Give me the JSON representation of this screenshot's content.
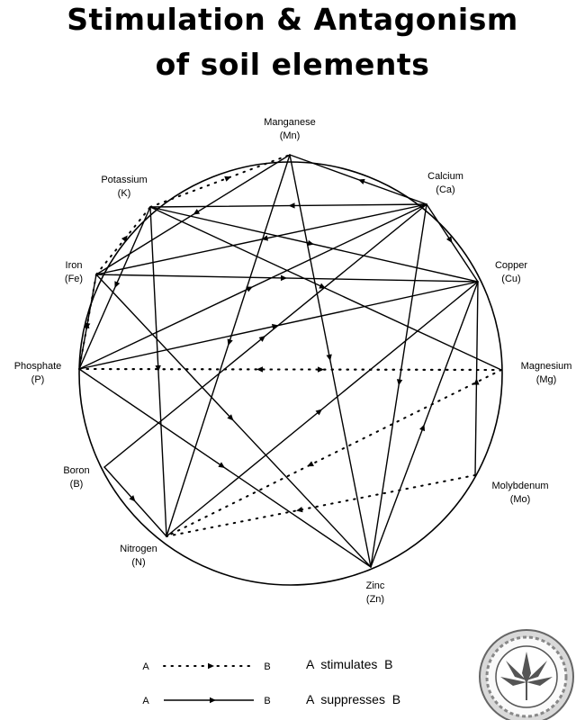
{
  "title_line1": "Stimulation & Antagonism",
  "title_line2": "of soil elements",
  "nodes": [
    {
      "id": "Mn",
      "name": "Manganese",
      "symbol": "(Mn)"
    },
    {
      "id": "Ca",
      "name": "Calcium",
      "symbol": "(Ca)"
    },
    {
      "id": "K",
      "name": "Potassium",
      "symbol": "(K)"
    },
    {
      "id": "Fe",
      "name": "Iron",
      "symbol": "(Fe)"
    },
    {
      "id": "Cu",
      "name": "Copper",
      "symbol": "(Cu)"
    },
    {
      "id": "P",
      "name": "Phosphate",
      "symbol": "(P)"
    },
    {
      "id": "Mg",
      "name": "Magnesium",
      "symbol": "(Mg)"
    },
    {
      "id": "B",
      "name": "Boron",
      "symbol": "(B)"
    },
    {
      "id": "Mo",
      "name": "Molybdenum",
      "symbol": "(Mo)"
    },
    {
      "id": "N",
      "name": "Nitrogen",
      "symbol": "(N)"
    },
    {
      "id": "Zn",
      "name": "Zinc",
      "symbol": "(Zn)"
    }
  ],
  "relations": [
    {
      "from": "K",
      "to": "Mn",
      "type": "stimulates"
    },
    {
      "from": "Fe",
      "to": "K",
      "type": "stimulates"
    },
    {
      "from": "P",
      "to": "Mg",
      "type": "stimulates"
    },
    {
      "from": "Mg",
      "to": "P",
      "type": "stimulates"
    },
    {
      "from": "Mg",
      "to": "N",
      "type": "stimulates"
    },
    {
      "from": "Mo",
      "to": "N",
      "type": "stimulates"
    },
    {
      "from": "Fe",
      "to": "P",
      "type": "stimulates"
    },
    {
      "from": "Ca",
      "to": "K",
      "type": "suppresses"
    },
    {
      "from": "Ca",
      "to": "Fe",
      "type": "suppresses"
    },
    {
      "from": "Ca",
      "to": "Mn",
      "type": "suppresses"
    },
    {
      "from": "Ca",
      "to": "Cu",
      "type": "suppresses"
    },
    {
      "from": "Ca",
      "to": "Zn",
      "type": "suppresses"
    },
    {
      "from": "Mn",
      "to": "Fe",
      "type": "suppresses"
    },
    {
      "from": "Mn",
      "to": "Zn",
      "type": "suppresses"
    },
    {
      "from": "Mn",
      "to": "N",
      "type": "suppresses"
    },
    {
      "from": "K",
      "to": "Mg",
      "type": "suppresses"
    },
    {
      "from": "K",
      "to": "Cu",
      "type": "suppresses"
    },
    {
      "from": "K",
      "to": "N",
      "type": "suppresses"
    },
    {
      "from": "K",
      "to": "P",
      "type": "suppresses"
    },
    {
      "from": "Fe",
      "to": "Cu",
      "type": "suppresses"
    },
    {
      "from": "Fe",
      "to": "Zn",
      "type": "suppresses"
    },
    {
      "from": "P",
      "to": "Fe",
      "type": "suppresses"
    },
    {
      "from": "P",
      "to": "Cu",
      "type": "suppresses"
    },
    {
      "from": "P",
      "to": "Ca",
      "type": "suppresses"
    },
    {
      "from": "P",
      "to": "Zn",
      "type": "suppresses"
    },
    {
      "from": "B",
      "to": "Ca",
      "type": "suppresses"
    },
    {
      "from": "B",
      "to": "N",
      "type": "suppresses"
    },
    {
      "from": "N",
      "to": "Cu",
      "type": "suppresses"
    },
    {
      "from": "Zn",
      "to": "Cu",
      "type": "suppresses"
    },
    {
      "from": "Mo",
      "to": "Cu",
      "type": "suppresses"
    }
  ],
  "legend": [
    {
      "a": "A",
      "b": "B",
      "text": "A  stimulates  B",
      "type": "stimulates"
    },
    {
      "a": "A",
      "b": "B",
      "text": "A  suppresses  B",
      "type": "suppresses"
    }
  ],
  "logo": {
    "icon": "cannabis-leaf-seal-icon"
  }
}
